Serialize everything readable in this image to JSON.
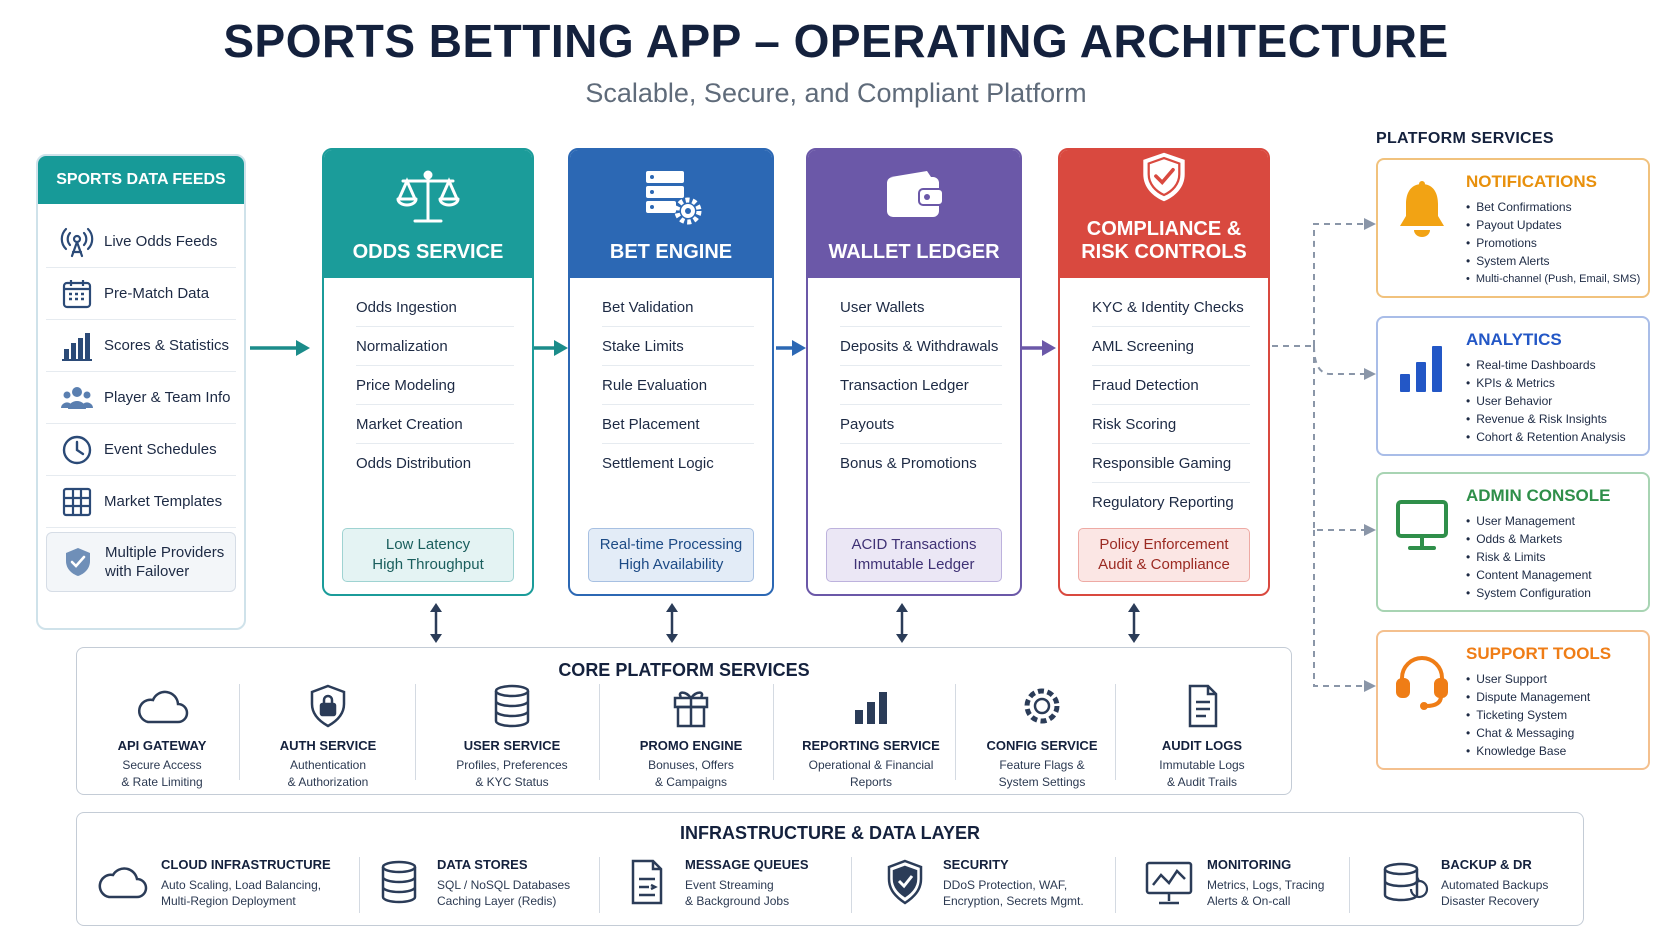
{
  "title": "SPORTS BETTING APP – OPERATING ARCHITECTURE",
  "subtitle": "Scalable, Secure, and Compliant Platform",
  "feeds": {
    "title": "SPORTS DATA FEEDS",
    "items": [
      {
        "label": "Live Odds Feeds",
        "icon": "broadcast-icon"
      },
      {
        "label": "Pre-Match Data",
        "icon": "calendar-icon"
      },
      {
        "label": "Scores & Statistics",
        "icon": "bar-chart-icon"
      },
      {
        "label": "Player & Team Info",
        "icon": "users-icon"
      },
      {
        "label": "Event Schedules",
        "icon": "clock-icon"
      },
      {
        "label": "Market Templates",
        "icon": "grid-icon"
      },
      {
        "label": "Multiple Providers with Failover",
        "icon": "shield-icon"
      }
    ]
  },
  "cards": [
    {
      "title": "ODDS SERVICE",
      "icon": "scales-icon",
      "color": "#1b9c9a",
      "items": [
        "Odds Ingestion",
        "Normalization",
        "Price Modeling",
        "Market Creation",
        "Odds Distribution"
      ],
      "footer": [
        "Low Latency",
        "High Throughput"
      ]
    },
    {
      "title": "BET ENGINE",
      "icon": "server-gear-icon",
      "color": "#2c68b4",
      "items": [
        "Bet Validation",
        "Stake Limits",
        "Rule Evaluation",
        "Bet Placement",
        "Settlement Logic"
      ],
      "footer": [
        "Real-time Processing",
        "High Availability"
      ]
    },
    {
      "title": "WALLET LEDGER",
      "icon": "wallet-icon",
      "color": "#6b58a8",
      "items": [
        "User Wallets",
        "Deposits & Withdrawals",
        "Transaction Ledger",
        "Payouts",
        "Bonus & Promotions"
      ],
      "footer": [
        "ACID Transactions",
        "Immutable Ledger"
      ]
    },
    {
      "title": "COMPLIANCE & RISK CONTROLS",
      "icon": "shield-check-icon",
      "color": "#d9493f",
      "items": [
        "KYC & Identity Checks",
        "AML Screening",
        "Fraud Detection",
        "Risk Scoring",
        "Responsible Gaming",
        "Regulatory Reporting"
      ],
      "footer": [
        "Policy Enforcement",
        "Audit & Compliance"
      ]
    }
  ],
  "platform_services": {
    "title": "PLATFORM SERVICES",
    "boxes": [
      {
        "name": "NOTIFICATIONS",
        "icon": "bell-icon",
        "color": "#e8900c",
        "items": [
          "Bet Confirmations",
          "Payout Updates",
          "Promotions",
          "System Alerts",
          "Multi-channel (Push, Email, SMS)"
        ]
      },
      {
        "name": "ANALYTICS",
        "icon": "bar-chart-icon",
        "color": "#2357c6",
        "items": [
          "Real-time Dashboards",
          "KPIs & Metrics",
          "User Behavior",
          "Revenue & Risk Insights",
          "Cohort & Retention Analysis"
        ]
      },
      {
        "name": "ADMIN CONSOLE",
        "icon": "monitor-icon",
        "color": "#2f8f4a",
        "items": [
          "User Management",
          "Odds & Markets",
          "Risk & Limits",
          "Content Management",
          "System Configuration"
        ]
      },
      {
        "name": "SUPPORT TOOLS",
        "icon": "headset-icon",
        "color": "#ef7d16",
        "items": [
          "User Support",
          "Dispute Management",
          "Ticketing System",
          "Chat & Messaging",
          "Knowledge Base"
        ]
      }
    ]
  },
  "core": {
    "title": "CORE PLATFORM SERVICES",
    "items": [
      {
        "name": "API GATEWAY",
        "icon": "cloud-icon",
        "desc": [
          "Secure Access",
          "& Rate Limiting"
        ]
      },
      {
        "name": "AUTH SERVICE",
        "icon": "lock-shield-icon",
        "desc": [
          "Authentication",
          "& Authorization"
        ]
      },
      {
        "name": "USER SERVICE",
        "icon": "database-icon",
        "desc": [
          "Profiles, Preferences",
          "& KYC Status"
        ]
      },
      {
        "name": "PROMO ENGINE",
        "icon": "gift-icon",
        "desc": [
          "Bonuses, Offers",
          "& Campaigns"
        ]
      },
      {
        "name": "REPORTING SERVICE",
        "icon": "bar-chart-icon",
        "desc": [
          "Operational & Financial",
          "Reports"
        ]
      },
      {
        "name": "CONFIG SERVICE",
        "icon": "gear-icon",
        "desc": [
          "Feature Flags &",
          "System Settings"
        ]
      },
      {
        "name": "AUDIT LOGS",
        "icon": "document-icon",
        "desc": [
          "Immutable Logs",
          "& Audit Trails"
        ]
      }
    ]
  },
  "infra": {
    "title": "INFRASTRUCTURE & DATA LAYER",
    "items": [
      {
        "name": "CLOUD INFRASTRUCTURE",
        "icon": "cloud-icon",
        "desc": [
          "Auto Scaling, Load Balancing,",
          "Multi-Region Deployment"
        ]
      },
      {
        "name": "DATA STORES",
        "icon": "database-icon",
        "desc": [
          "SQL / NoSQL Databases",
          "Caching Layer (Redis)"
        ]
      },
      {
        "name": "MESSAGE QUEUES",
        "icon": "queue-document-icon",
        "desc": [
          "Event Streaming",
          "& Background Jobs"
        ]
      },
      {
        "name": "SECURITY",
        "icon": "shield-check-icon",
        "desc": [
          "DDoS Protection, WAF,",
          "Encryption, Secrets Mgmt."
        ]
      },
      {
        "name": "MONITORING",
        "icon": "monitor-chart-icon",
        "desc": [
          "Metrics, Logs, Tracing",
          "Alerts & On-call"
        ]
      },
      {
        "name": "BACKUP & DR",
        "icon": "backup-database-icon",
        "desc": [
          "Automated Backups",
          "Disaster Recovery"
        ]
      }
    ]
  }
}
